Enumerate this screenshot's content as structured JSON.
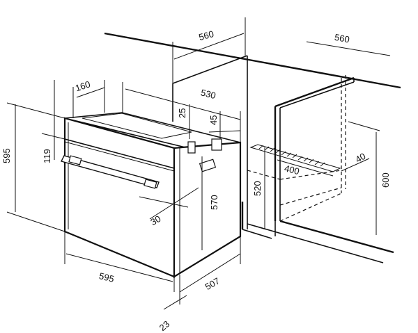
{
  "diagram": {
    "dimensions": {
      "cabinet_depth_left": "560",
      "cabinet_depth_right": "560",
      "oven_side_depth": "160",
      "oven_top_depth": "530",
      "cutout_top_gap": "25",
      "cutout_side_gap": "45",
      "oven_height": "595",
      "panel_height": "119",
      "oven_body_height": "570",
      "handle_offset": "30",
      "oven_width": "595",
      "oven_depth": "507",
      "front_thickness": "23",
      "cutout_height_low": "520",
      "cutout_height_tall": "600",
      "vent_width": "400",
      "vent_depth": "40"
    },
    "colors": {
      "line": "#111111",
      "background": "#ffffff"
    }
  }
}
